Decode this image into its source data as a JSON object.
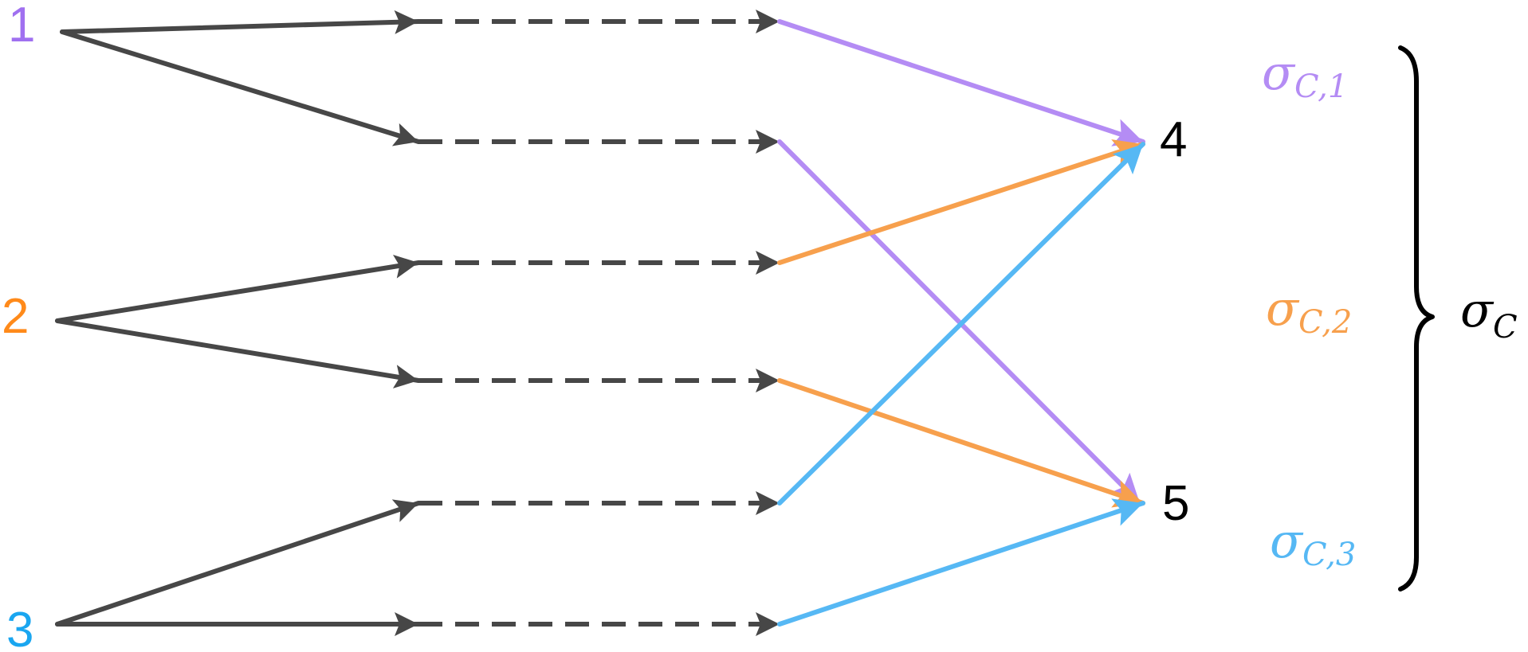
{
  "colors": {
    "purple": "#a070f0",
    "purple_light": "#b48cf4",
    "orange": "#ff8a1a",
    "orange_light": "#f7a04d",
    "blue": "#1aa6f0",
    "blue_light": "#56b8f4",
    "gray": "#474747",
    "black": "#000000"
  },
  "nodes": {
    "n1": "1",
    "n2": "2",
    "n3": "3",
    "n4": "4",
    "n5": "5"
  },
  "sigma": {
    "symbol": "σ",
    "c1_sub": "C,1",
    "c2_sub": "C,2",
    "c3_sub": "C,3",
    "total_sub": "C"
  }
}
